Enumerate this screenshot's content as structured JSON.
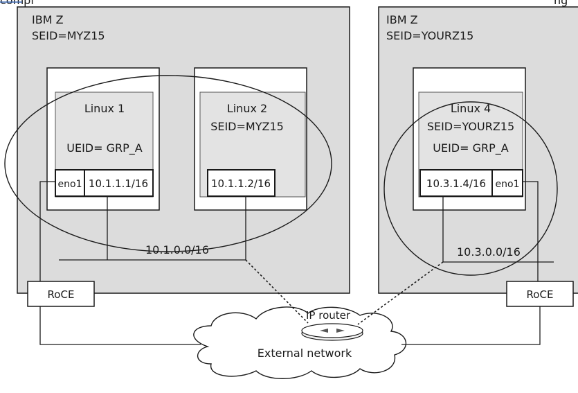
{
  "header_fragment": "compl",
  "header_right": "ng",
  "cpc_left": {
    "line1": "IBM Z",
    "line2": "SEID=MYZ15"
  },
  "cpc_right": {
    "line1": "IBM Z",
    "line2": "SEID=YOURZ15"
  },
  "linux1": {
    "name": "Linux 1",
    "ueid": "UEID= GRP_A",
    "interface": "eno1",
    "ip": "10.1.1.1/16"
  },
  "linux2": {
    "name": "Linux 2",
    "seid": "SEID=MYZ15",
    "ip": "10.1.1.2/16"
  },
  "linux4": {
    "name": "Linux 4",
    "seid": "SEID=YOURZ15",
    "ueid": "UEID= GRP_A",
    "ip": "10.3.1.4/16",
    "interface": "eno1"
  },
  "subnet_left": "10.1.0.0/16",
  "subnet_right": "10.3.0.0/16",
  "roce_left": "RoCE",
  "roce_right": "RoCE",
  "router": "IP router",
  "external_network": "External network"
}
